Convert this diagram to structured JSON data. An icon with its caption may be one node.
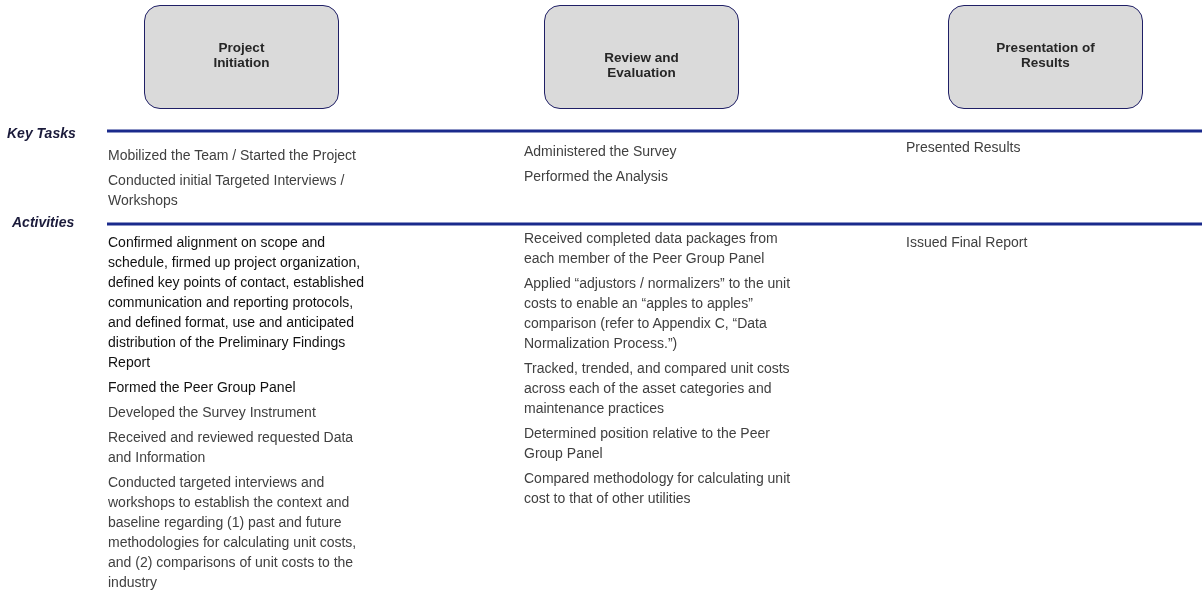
{
  "diagram": {
    "nodes": [
      {
        "text": [
          "Project Initiation"
        ]
      },
      {
        "text": [
          "Review and Evaluation"
        ]
      },
      {
        "text": [
          "Presentation of Results"
        ]
      }
    ],
    "labels": [
      "Key Tasks",
      "Mobilized the Team / Started the Project",
      "Conducted initial Targeted Interviews / Workshops",
      "Administered the Survey",
      "Performed the Analysis",
      "Presented Results",
      "Activities",
      "Confirmed alignment on scope and schedule, firmed up project organization, defined key points of contact, established communication and reporting protocols, and defined format, use and anticipated distribution of the Preliminary Findings Report",
      "Formed the Peer Group Panel",
      "Developed the Survey Instrument",
      "Received and reviewed requested Data and Information",
      "Conducted targeted  interviews and workshops to establish the context and baseline regarding (1) past and future methodologies for calculating unit costs, and (2)  comparisons of unit costs to the industry",
      "Received completed data packages from each member of the Peer Group Panel",
      "Applied “adjustors / normalizers” to the unit costs to enable an “apples to apples” comparison (refer to Appendix C, “Data Normalization Process.”)",
      "Tracked, trended, and compared unit costs across each of the asset categories and maintenance practices",
      "Determined position relative to the Peer Group Panel",
      "Compared methodology for calculating unit cost to that of other utilities",
      "Issued Final Report"
    ]
  }
}
